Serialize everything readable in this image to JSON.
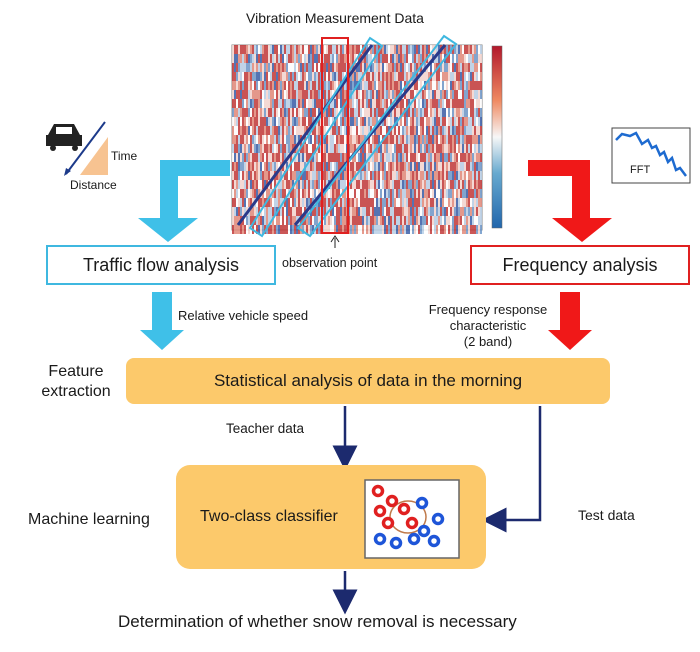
{
  "title": "Vibration Measurement Data",
  "observation_point": "observation point",
  "legend_left": {
    "time": "Time",
    "distance": "Distance"
  },
  "legend_right": {
    "fft": "FFT"
  },
  "traffic_box": "Traffic flow analysis",
  "frequency_box": "Frequency analysis",
  "relative_speed": "Relative vehicle speed",
  "freq_response": [
    "Frequency response",
    "characteristic",
    "(2 band)"
  ],
  "feature_extraction": [
    "Feature",
    "extraction"
  ],
  "statistical_box": "Statistical analysis of data in the morning",
  "teacher_data": "Teacher data",
  "test_data": "Test data",
  "machine_learning": "Machine learning",
  "classifier": "Two-class classifier",
  "conclusion": "Determination of whether snow removal is necessary",
  "colors": {
    "blue_accent": "#3fb8e0",
    "red_accent": "#e02020",
    "orange_fill": "#fcc96b",
    "navy_arrow": "#1c2a6e"
  }
}
